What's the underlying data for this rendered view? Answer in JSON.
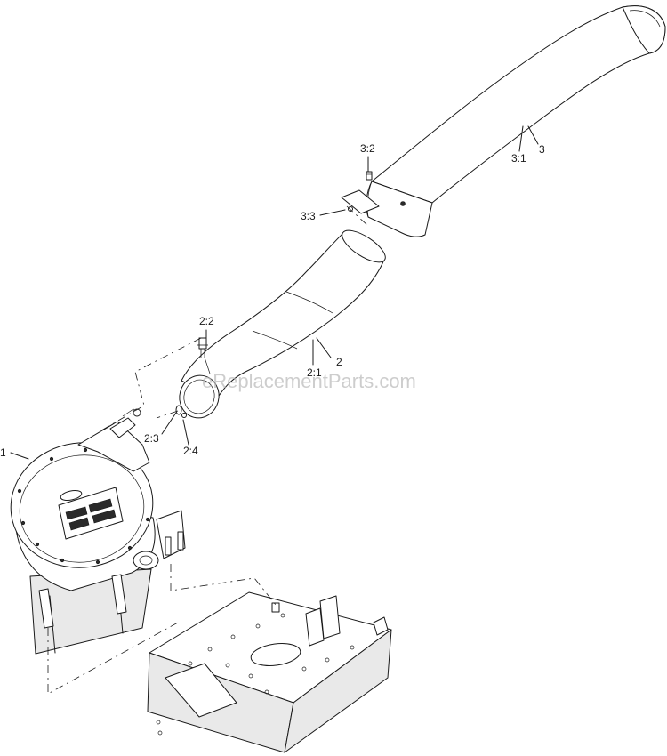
{
  "watermark": "eReplacementParts.com",
  "callouts": [
    {
      "id": "1",
      "text": "1"
    },
    {
      "id": "2",
      "text": "2"
    },
    {
      "id": "2_1",
      "text": "2:1"
    },
    {
      "id": "2_2",
      "text": "2:2"
    },
    {
      "id": "2_3",
      "text": "2:3"
    },
    {
      "id": "2_4",
      "text": "2:4"
    },
    {
      "id": "3",
      "text": "3"
    },
    {
      "id": "3_1",
      "text": "3:1"
    },
    {
      "id": "3_2",
      "text": "3:2"
    },
    {
      "id": "3_3",
      "text": "3:3"
    }
  ]
}
